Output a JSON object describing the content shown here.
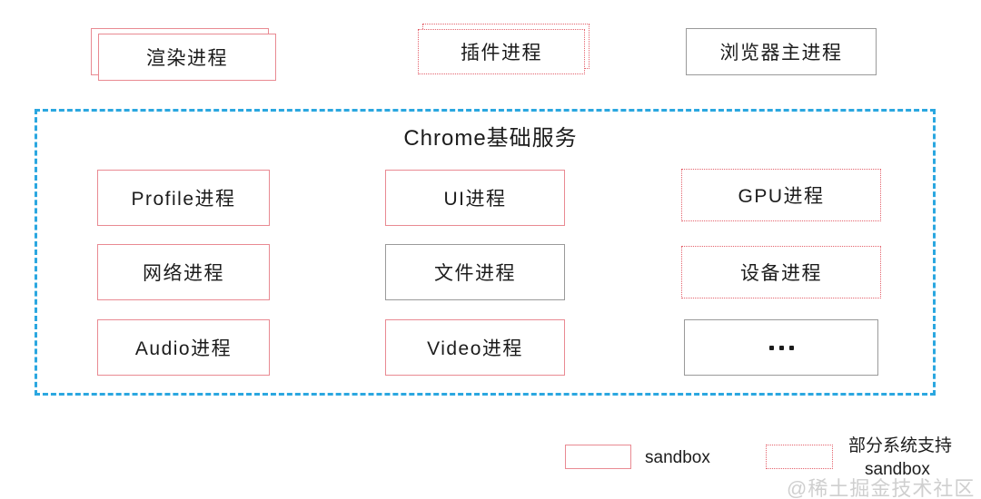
{
  "diagram": {
    "title_text": "Chrome基础服务",
    "top_processes": [
      {
        "label": "渲染进程",
        "style": "double-solid-red",
        "icon": "process-box-icon"
      },
      {
        "label": "插件进程",
        "style": "double-dotted-red",
        "icon": "process-box-icon"
      },
      {
        "label": "浏览器主进程",
        "style": "solid-gray",
        "icon": "process-box-icon"
      }
    ],
    "service_columns": [
      {
        "name": "column-1",
        "items": [
          {
            "label": "Profile进程",
            "style": "solid-red"
          },
          {
            "label": "网络进程",
            "style": "solid-red"
          },
          {
            "label": "Audio进程",
            "style": "solid-red"
          }
        ]
      },
      {
        "name": "column-2",
        "items": [
          {
            "label": "UI进程",
            "style": "solid-red"
          },
          {
            "label": "文件进程",
            "style": "solid-gray"
          },
          {
            "label": "Video进程",
            "style": "solid-red"
          }
        ]
      },
      {
        "name": "column-3",
        "items": [
          {
            "label": "GPU进程",
            "style": "dotted-red"
          },
          {
            "label": "设备进程",
            "style": "dotted-red"
          },
          {
            "label": "...",
            "style": "solid-gray"
          }
        ]
      }
    ]
  },
  "legend": {
    "items": [
      {
        "style": "solid-red",
        "label": "sandbox"
      },
      {
        "style": "dotted-red",
        "label_line1": "部分系统支持",
        "label_line2": "sandbox"
      }
    ]
  },
  "watermark": {
    "text": "@稀土掘金技术社区"
  },
  "colors": {
    "sandbox_red": "#e98a92",
    "partial_sandbox_red": "#e4626c",
    "no_sandbox_gray": "#9a9a9a",
    "container_blue": "#2ba7e0",
    "text": "#1c1c1c",
    "watermark": "#cfcfcf",
    "background": "#ffffff"
  }
}
